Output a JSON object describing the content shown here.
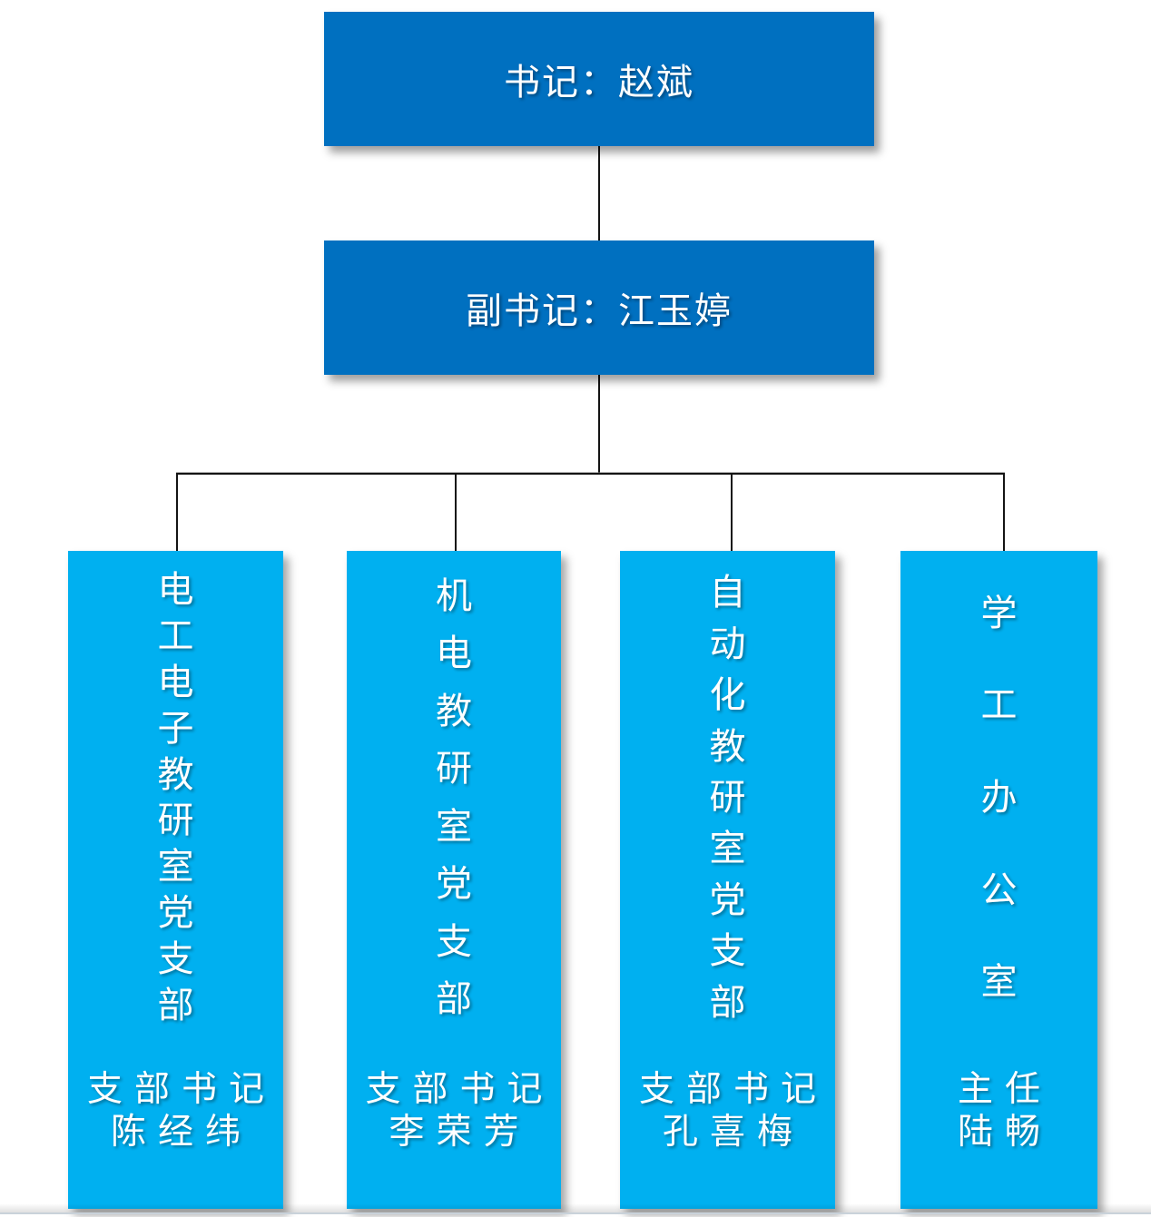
{
  "diagram": {
    "type": "org-chart",
    "levels": {
      "secretary": {
        "label": "书记：赵斌"
      },
      "deputy_secretary": {
        "label": "副书记：江玉婷"
      }
    },
    "branches": [
      {
        "title": "电工电子教研室党支部",
        "role": "支部书记",
        "name": "陈经纬"
      },
      {
        "title": "机电教研室党支部",
        "role": "支部书记",
        "name": "李荣芳"
      },
      {
        "title": "自动化教研室党支部",
        "role": "支部书记",
        "name": "孔喜梅"
      },
      {
        "title": "学工办公室",
        "role": "主任",
        "name": "陆畅"
      }
    ]
  },
  "colors": {
    "level_box_fill": "#0070C0",
    "branch_box_fill": "#00B0F0",
    "text": "#FFFFFF",
    "connector_line": "#141414",
    "page_edge_line": "#C9D2DA"
  }
}
